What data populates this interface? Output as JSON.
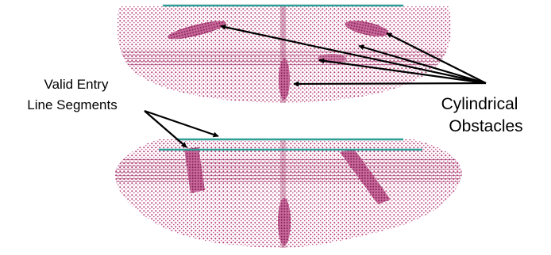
{
  "labels": {
    "entry_line1": "Valid Entry",
    "entry_line2": "Line Segments",
    "obstacles_line1": "Cylindrical",
    "obstacles_line2": "Obstacles"
  },
  "colors": {
    "point_cloud": "#b03a74",
    "point_cloud_dark": "#7c1e4e",
    "entry_segment": "#2f9e96",
    "arrow": "#000000",
    "background": "#ffffff"
  },
  "views": [
    {
      "name": "top-view"
    },
    {
      "name": "bottom-view"
    }
  ]
}
